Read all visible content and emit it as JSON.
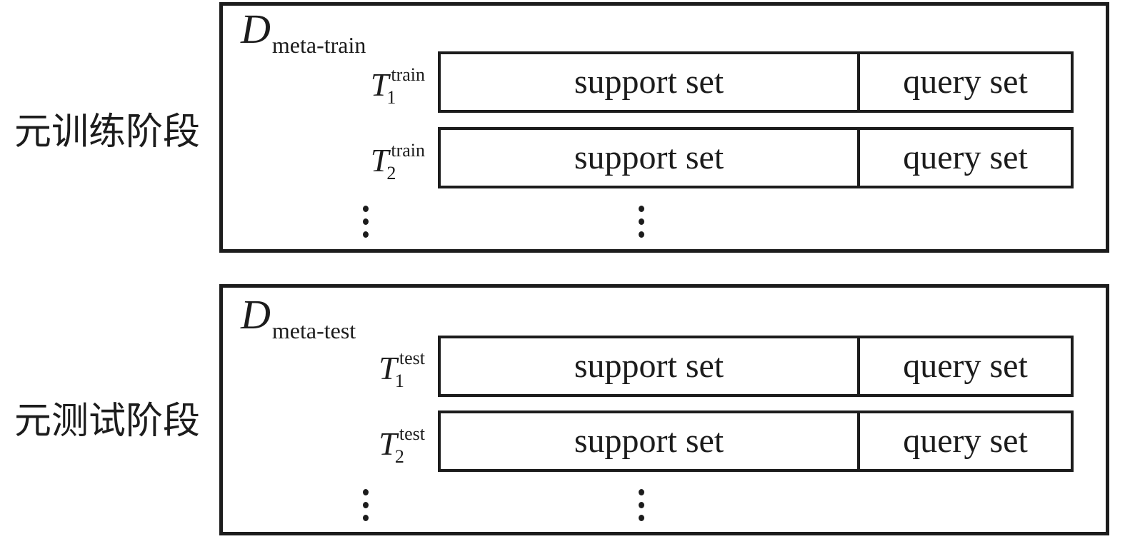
{
  "figure": {
    "description": "meta-learning dataset structure diagram",
    "colors": {
      "ink": "#1c1c1c",
      "background": "#ffffff"
    },
    "icons": {
      "vertical_ellipsis": "⋮"
    }
  },
  "sections": [
    {
      "phase_label": "元训练阶段",
      "dataset": {
        "symbol": "D",
        "subscript": "meta-train"
      },
      "tasks": [
        {
          "symbol": "T",
          "subscript": "1",
          "superscript": "train",
          "support": "support set",
          "query": "query set"
        },
        {
          "symbol": "T",
          "subscript": "2",
          "superscript": "train",
          "support": "support set",
          "query": "query set"
        }
      ]
    },
    {
      "phase_label": "元测试阶段",
      "dataset": {
        "symbol": "D",
        "subscript": "meta-test"
      },
      "tasks": [
        {
          "symbol": "T",
          "subscript": "1",
          "superscript": "test",
          "support": "support set",
          "query": "query set"
        },
        {
          "symbol": "T",
          "subscript": "2",
          "superscript": "test",
          "support": "support set",
          "query": "query set"
        }
      ]
    }
  ]
}
